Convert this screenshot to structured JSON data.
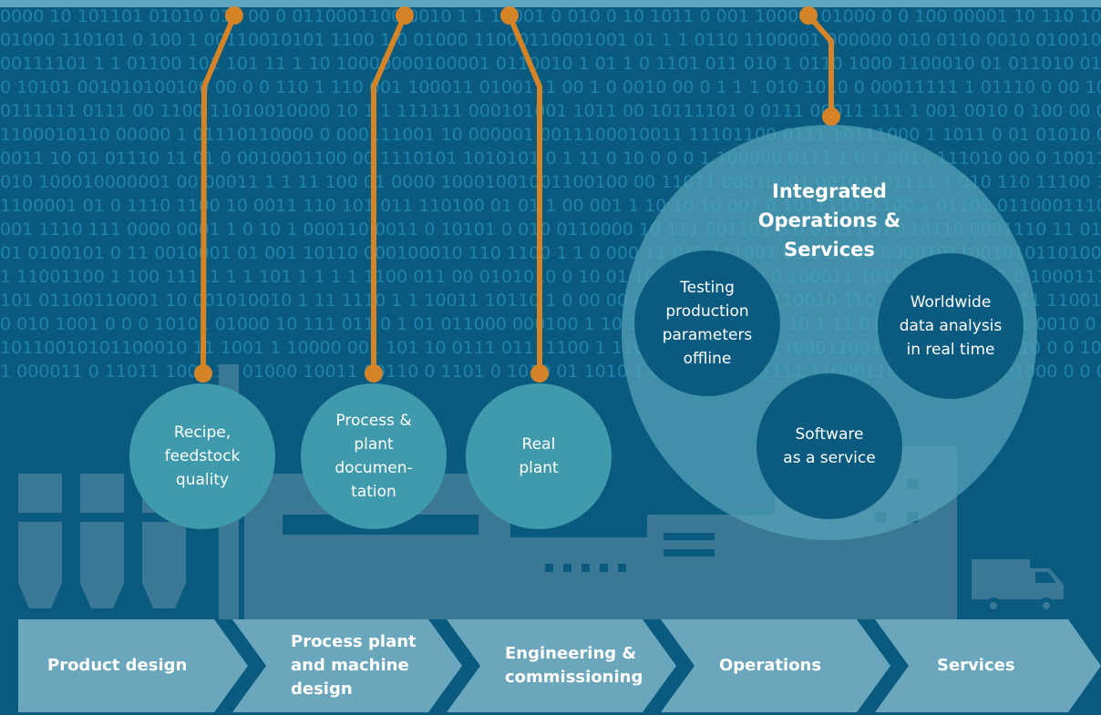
{
  "colors": {
    "background": "#0a5a80",
    "binary_digits": "#1f82a8",
    "factory": "#3a7896",
    "factory_dark": "#0b5a80",
    "orange_connector": "#d48426",
    "light_bubble": "#3f9aab",
    "big_circle": "#57a4b8",
    "dark_bubble": "#0b5a80",
    "chevron": "#6aa7bd",
    "text": "#ffffff"
  },
  "bubbles": {
    "recipe": "Recipe,\nfeedstock\nquality",
    "process_plant_doc": "Process &\nplant\ndocumen-\ntation",
    "real_plant": "Real\nplant"
  },
  "integrated": {
    "title": "Integrated\nOperations &\nServices",
    "testing": "Testing\nproduction\nparameters\noffline",
    "worldwide": "Worldwide\ndata analysis\nin real time",
    "saas": "Software\nas a service"
  },
  "stages": [
    "Product design",
    "Process plant\nand machine\ndesign",
    "Engineering &\ncommissioning",
    "Operations",
    "Services"
  ]
}
